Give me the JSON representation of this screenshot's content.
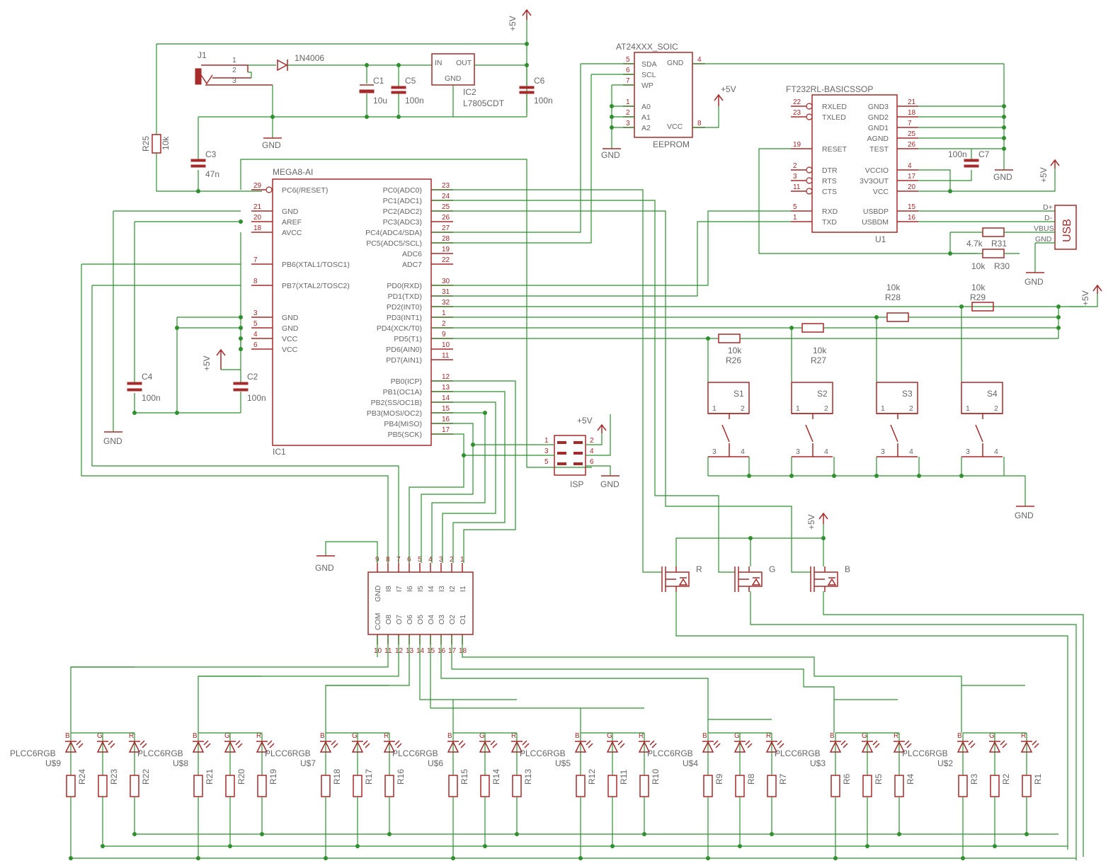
{
  "power": {
    "v5": "+5V",
    "gnd": "GND"
  },
  "supply": {
    "j1": "J1",
    "j1_pins": [
      "1",
      "2",
      "3"
    ],
    "d1": "1N4006",
    "c1": "C1",
    "c1_val": "10u",
    "c5": "C5",
    "c5_val": "100n",
    "c6": "C6",
    "c6_val": "100n",
    "c3": "C3",
    "c3_val": "47n",
    "r25": "R25",
    "r25_val": "10k",
    "reg_in": "IN",
    "reg_out": "OUT",
    "reg_gnd": "GND",
    "ic2": "IC2",
    "ic2_val": "L7805CDT"
  },
  "mcu": {
    "name": "MEGA8-AI",
    "ref": "IC1",
    "left_pins": [
      {
        "num": "29",
        "label": "PC6(/RESET)"
      },
      {
        "num": "21",
        "label": "GND"
      },
      {
        "num": "20",
        "label": "AREF"
      },
      {
        "num": "18",
        "label": "AVCC"
      },
      {
        "num": "7",
        "label": "PB6(XTAL1/TOSC1)"
      },
      {
        "num": "8",
        "label": "PB7(XTAL2/TOSC2)"
      },
      {
        "num": "3",
        "label": "GND"
      },
      {
        "num": "5",
        "label": "GND"
      },
      {
        "num": "4",
        "label": "VCC"
      },
      {
        "num": "6",
        "label": "VCC"
      }
    ],
    "right_pins": [
      {
        "num": "23",
        "label": "PC0(ADC0)"
      },
      {
        "num": "24",
        "label": "PC1(ADC1)"
      },
      {
        "num": "25",
        "label": "PC2(ADC2)"
      },
      {
        "num": "26",
        "label": "PC3(ADC3)"
      },
      {
        "num": "27",
        "label": "PC4(ADC4/SDA)"
      },
      {
        "num": "28",
        "label": "PC5(ADC5/SCL)"
      },
      {
        "num": "19",
        "label": "ADC6"
      },
      {
        "num": "22",
        "label": "ADC7"
      },
      {
        "num": "30",
        "label": "PD0(RXD)"
      },
      {
        "num": "31",
        "label": "PD1(TXD)"
      },
      {
        "num": "32",
        "label": "PD2(INT0)"
      },
      {
        "num": "1",
        "label": "PD3(INT1)"
      },
      {
        "num": "2",
        "label": "PD4(XCK/T0)"
      },
      {
        "num": "9",
        "label": "PD5(T1)"
      },
      {
        "num": "10",
        "label": "PD6(AIN0)"
      },
      {
        "num": "11",
        "label": "PD7(AIN1)"
      },
      {
        "num": "12",
        "label": "PB0(ICP)"
      },
      {
        "num": "13",
        "label": "PB1(OC1A)"
      },
      {
        "num": "14",
        "label": "PB2(SS/OC1B)"
      },
      {
        "num": "15",
        "label": "PB3(MOSI/OC2)"
      },
      {
        "num": "16",
        "label": "PB4(MISO)"
      },
      {
        "num": "17",
        "label": "PB5(SCK)"
      }
    ],
    "c4": "C4",
    "c4_val": "100n",
    "c2": "C2",
    "c2_val": "100n"
  },
  "eeprom": {
    "name": "AT24XXX_SOIC",
    "ref": "EEPROM",
    "pins": [
      {
        "num": "5",
        "label": "SDA"
      },
      {
        "num": "6",
        "label": "SCL"
      },
      {
        "num": "7",
        "label": "WP"
      },
      {
        "num": "1",
        "label": "A0"
      },
      {
        "num": "2",
        "label": "A1"
      },
      {
        "num": "3",
        "label": "A2"
      }
    ],
    "gnd_pin": {
      "num": "4",
      "label": "GND"
    },
    "vcc_pin": {
      "num": "8",
      "label": "VCC"
    }
  },
  "ftdi": {
    "name": "FT232RL-BASICSSOP",
    "ref": "U1",
    "left_pins": [
      {
        "num": "22",
        "label": "RXLED"
      },
      {
        "num": "23",
        "label": "TXLED"
      },
      {
        "num": "19",
        "label": "RESET"
      },
      {
        "num": "2",
        "label": "DTR"
      },
      {
        "num": "3",
        "label": "RTS"
      },
      {
        "num": "11",
        "label": "CTS"
      },
      {
        "num": "5",
        "label": "RXD"
      },
      {
        "num": "1",
        "label": "TXD"
      }
    ],
    "right_pins": [
      {
        "num": "21",
        "label": "GND3"
      },
      {
        "num": "18",
        "label": "GND2"
      },
      {
        "num": "7",
        "label": "GND1"
      },
      {
        "num": "25",
        "label": "AGND"
      },
      {
        "num": "26",
        "label": "TEST"
      },
      {
        "num": "4",
        "label": "VCCIO"
      },
      {
        "num": "17",
        "label": "3V3OUT"
      },
      {
        "num": "20",
        "label": "VCC"
      },
      {
        "num": "15",
        "label": "USBDP"
      },
      {
        "num": "16",
        "label": "USBDM"
      }
    ],
    "c7": "C7",
    "c7_val": "100n"
  },
  "usb": {
    "label": "USB",
    "pins": [
      "D+",
      "D-",
      "VBUS",
      "GND"
    ],
    "r31": "R31",
    "r31_val": "4.7k",
    "r30": "R30",
    "r30_val": "10k"
  },
  "buttons": {
    "switches": [
      "S1",
      "S2",
      "S3",
      "S4"
    ],
    "pin1": "1",
    "pin2": "2",
    "pin3": "3",
    "pin4": "4",
    "r26": "R26",
    "r26_val": "10k",
    "r27": "R27",
    "r27_val": "10k",
    "r28": "R28",
    "r28_val": "10k",
    "r29": "R29",
    "r29_val": "10k"
  },
  "isp": {
    "label": "ISP",
    "pins": [
      "1",
      "2",
      "3",
      "4",
      "5",
      "6"
    ]
  },
  "driver": {
    "top_pins": [
      "9",
      "8",
      "7",
      "6",
      "5",
      "4",
      "3",
      "2",
      "1"
    ],
    "bottom_pins": [
      "10",
      "11",
      "12",
      "13",
      "14",
      "15",
      "16",
      "17",
      "18"
    ],
    "inner_top": [
      "GND",
      "I8",
      "I7",
      "I6",
      "I5",
      "I4",
      "I3",
      "I2",
      "I1"
    ],
    "inner_bottom": [
      "COM",
      "O8",
      "O7",
      "O6",
      "O5",
      "O4",
      "O3",
      "O2",
      "O1"
    ]
  },
  "fets": [
    "R",
    "G",
    "B"
  ],
  "leds": {
    "value": "PLCC6RGB",
    "colors": [
      "B",
      "G",
      "R"
    ],
    "units": [
      {
        "ref": "U$9",
        "res": [
          "R24",
          "R23",
          "R22"
        ]
      },
      {
        "ref": "U$8",
        "res": [
          "R21",
          "R20",
          "R19"
        ]
      },
      {
        "ref": "U$7",
        "res": [
          "R18",
          "R17",
          "R16"
        ]
      },
      {
        "ref": "U$6",
        "res": [
          "R15",
          "R14",
          "R13"
        ]
      },
      {
        "ref": "U$5",
        "res": [
          "R12",
          "R11",
          "R10"
        ]
      },
      {
        "ref": "U$4",
        "res": [
          "R9",
          "R8",
          "R7"
        ]
      },
      {
        "ref": "U$3",
        "res": [
          "R6",
          "R5",
          "R4"
        ]
      },
      {
        "ref": "U$2",
        "res": [
          "R3",
          "R2",
          "R1"
        ]
      }
    ]
  }
}
